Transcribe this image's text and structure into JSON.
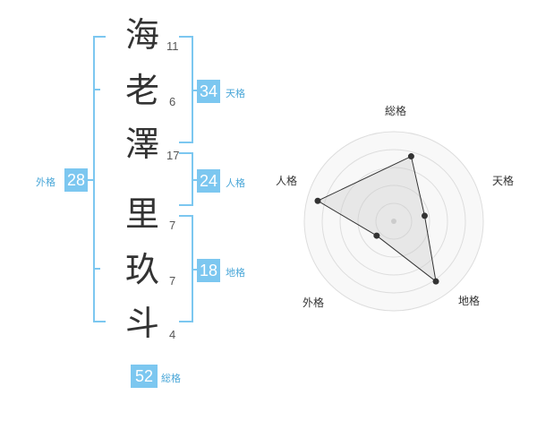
{
  "name": {
    "chars": [
      {
        "char": "海",
        "strokes": "11"
      },
      {
        "char": "老",
        "strokes": "6"
      },
      {
        "char": "澤",
        "strokes": "17"
      },
      {
        "char": "里",
        "strokes": "7"
      },
      {
        "char": "玖",
        "strokes": "7"
      },
      {
        "char": "斗",
        "strokes": "4"
      }
    ]
  },
  "scores": {
    "tenkaku": {
      "value": "34",
      "label": "天格"
    },
    "jinkaku": {
      "value": "24",
      "label": "人格"
    },
    "chikaku": {
      "value": "18",
      "label": "地格"
    },
    "gaikaku": {
      "value": "28",
      "label": "外格"
    },
    "soukaku": {
      "value": "52",
      "label": "総格"
    }
  },
  "colors": {
    "accent": "#7cc7f0",
    "label": "#4aa7d8"
  },
  "chart_data": {
    "type": "radar",
    "axes": [
      "総格",
      "天格",
      "地格",
      "外格",
      "人格"
    ],
    "values": [
      0.75,
      0.35,
      0.82,
      0.25,
      0.88
    ],
    "rings": 5,
    "ylim": [
      0,
      1
    ]
  }
}
